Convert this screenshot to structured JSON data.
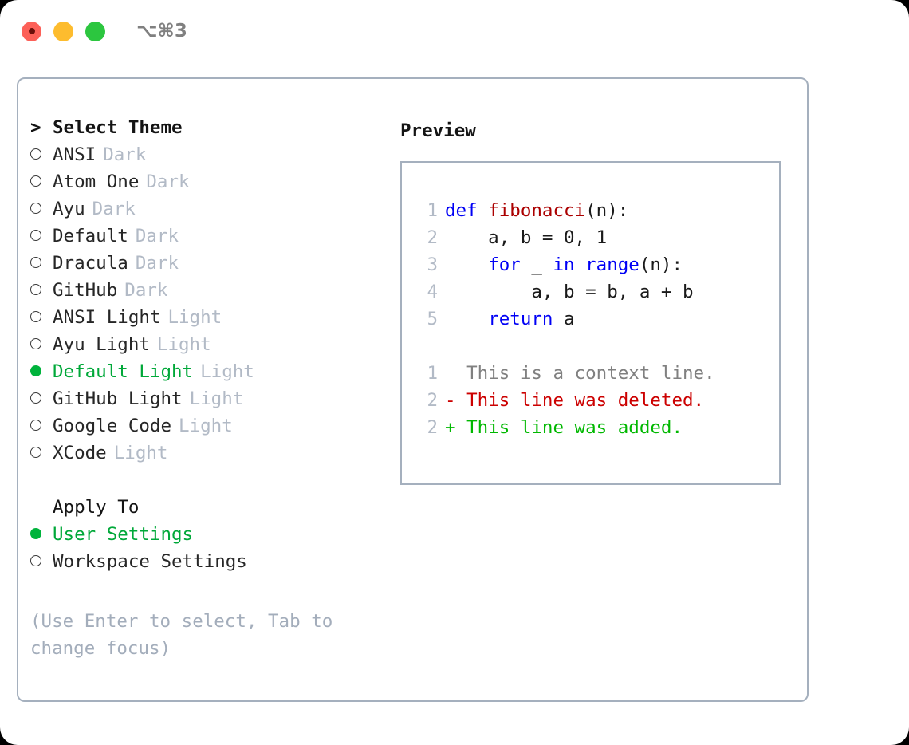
{
  "titlebar": {
    "traffic_lights": [
      "close",
      "minimize",
      "maximize"
    ],
    "shortcut": "⌥⌘3",
    "colors": {
      "close": "#fc6058",
      "minimize": "#fdbc2e",
      "maximize": "#2cc63f"
    }
  },
  "theme_picker": {
    "header_marker": ">",
    "header_label": "Select Theme",
    "items": [
      {
        "marker": "radio-outline",
        "name": "ANSI",
        "category": "Dark",
        "selected": false
      },
      {
        "marker": "radio-outline",
        "name": "Atom One",
        "category": "Dark",
        "selected": false
      },
      {
        "marker": "radio-outline",
        "name": "Ayu",
        "category": "Dark",
        "selected": false
      },
      {
        "marker": "radio-outline",
        "name": "Default",
        "category": "Dark",
        "selected": false
      },
      {
        "marker": "radio-outline",
        "name": "Dracula",
        "category": "Dark",
        "selected": false
      },
      {
        "marker": "radio-outline",
        "name": "GitHub",
        "category": "Dark",
        "selected": false
      },
      {
        "marker": "radio-outline",
        "name": "ANSI Light",
        "category": "Light",
        "selected": false
      },
      {
        "marker": "radio-outline",
        "name": "Ayu Light",
        "category": "Light",
        "selected": false
      },
      {
        "marker": "radio-filled",
        "name": "Default Light",
        "category": "Light",
        "selected": true
      },
      {
        "marker": "radio-outline",
        "name": "GitHub Light",
        "category": "Light",
        "selected": false
      },
      {
        "marker": "radio-outline",
        "name": "Google Code",
        "category": "Light",
        "selected": false
      },
      {
        "marker": "radio-outline",
        "name": "XCode",
        "category": "Light",
        "selected": false
      }
    ]
  },
  "apply_to": {
    "title": "Apply To",
    "options": [
      {
        "marker": "radio-filled",
        "label": "User Settings",
        "selected": true
      },
      {
        "marker": "radio-outline",
        "label": "Workspace Settings",
        "selected": false
      }
    ]
  },
  "hint": "(Use Enter to select, Tab to change focus)",
  "preview": {
    "title": "Preview",
    "code_lines": [
      {
        "num": "1",
        "tokens": [
          {
            "t": "def ",
            "c": "kw"
          },
          {
            "t": "fibonacci",
            "c": "fn"
          },
          {
            "t": "(n):",
            "c": "pl"
          }
        ]
      },
      {
        "num": "2",
        "tokens": [
          {
            "t": "    a, b = 0, 1",
            "c": "pl"
          }
        ]
      },
      {
        "num": "3",
        "tokens": [
          {
            "t": "    ",
            "c": "pl"
          },
          {
            "t": "for",
            "c": "kw"
          },
          {
            "t": " _ ",
            "c": "pl"
          },
          {
            "t": "in range",
            "c": "kw"
          },
          {
            "t": "(n):",
            "c": "pl"
          }
        ]
      },
      {
        "num": "4",
        "tokens": [
          {
            "t": "        a, b = b, a + b",
            "c": "pl"
          }
        ]
      },
      {
        "num": "5",
        "tokens": [
          {
            "t": "    ",
            "c": "pl"
          },
          {
            "t": "return",
            "c": "kw"
          },
          {
            "t": " a",
            "c": "pl"
          }
        ]
      }
    ],
    "diff_lines": [
      {
        "num": "1",
        "sign": " ",
        "text": " This is a context line.",
        "c": "dim"
      },
      {
        "num": "2",
        "sign": "-",
        "text": " This line was deleted.",
        "c": "del"
      },
      {
        "num": "2",
        "sign": "+",
        "text": " This line was added.",
        "c": "add"
      }
    ]
  },
  "colors": {
    "accent_green": "#00a839",
    "keyword_blue": "#0000f5",
    "function_red": "#ab0000",
    "muted_gray": "#b2bac6",
    "border": "#a5b0be",
    "diff_add": "#00b800",
    "diff_del": "#cc0000"
  }
}
